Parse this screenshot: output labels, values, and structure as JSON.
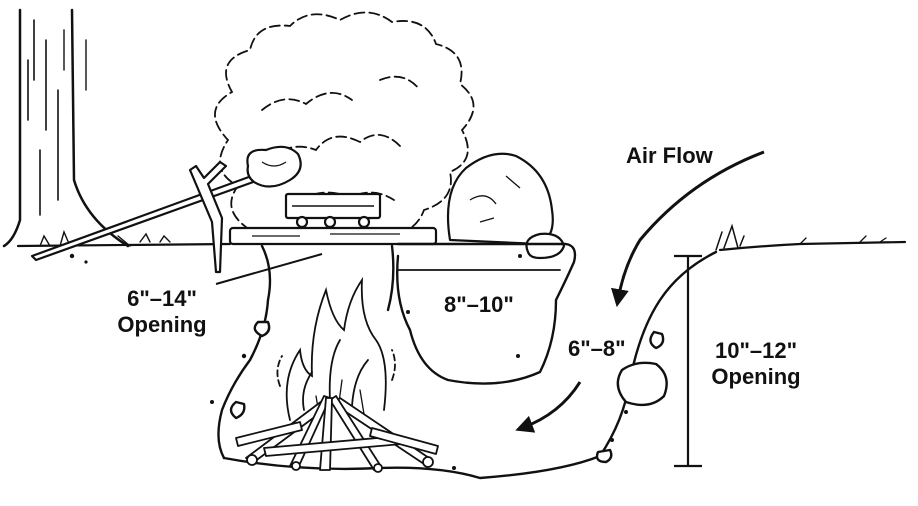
{
  "labels": {
    "air_flow": "Air Flow",
    "fire_opening_line1": "6\"–14\"",
    "fire_opening_line2": "Opening",
    "chamber_width": "8\"–10\"",
    "tunnel_width": "6\"–8\"",
    "depth_line1": "10\"–12\"",
    "depth_line2": "Opening"
  },
  "icons": [
    "tree-icon",
    "smoke-icon",
    "roasting-stick-icon",
    "marshmallow-icon",
    "pot-icon",
    "rock-icon",
    "flame-icon",
    "firewood-icon"
  ],
  "colors": {
    "ink": "#111111",
    "background": "#ffffff"
  }
}
